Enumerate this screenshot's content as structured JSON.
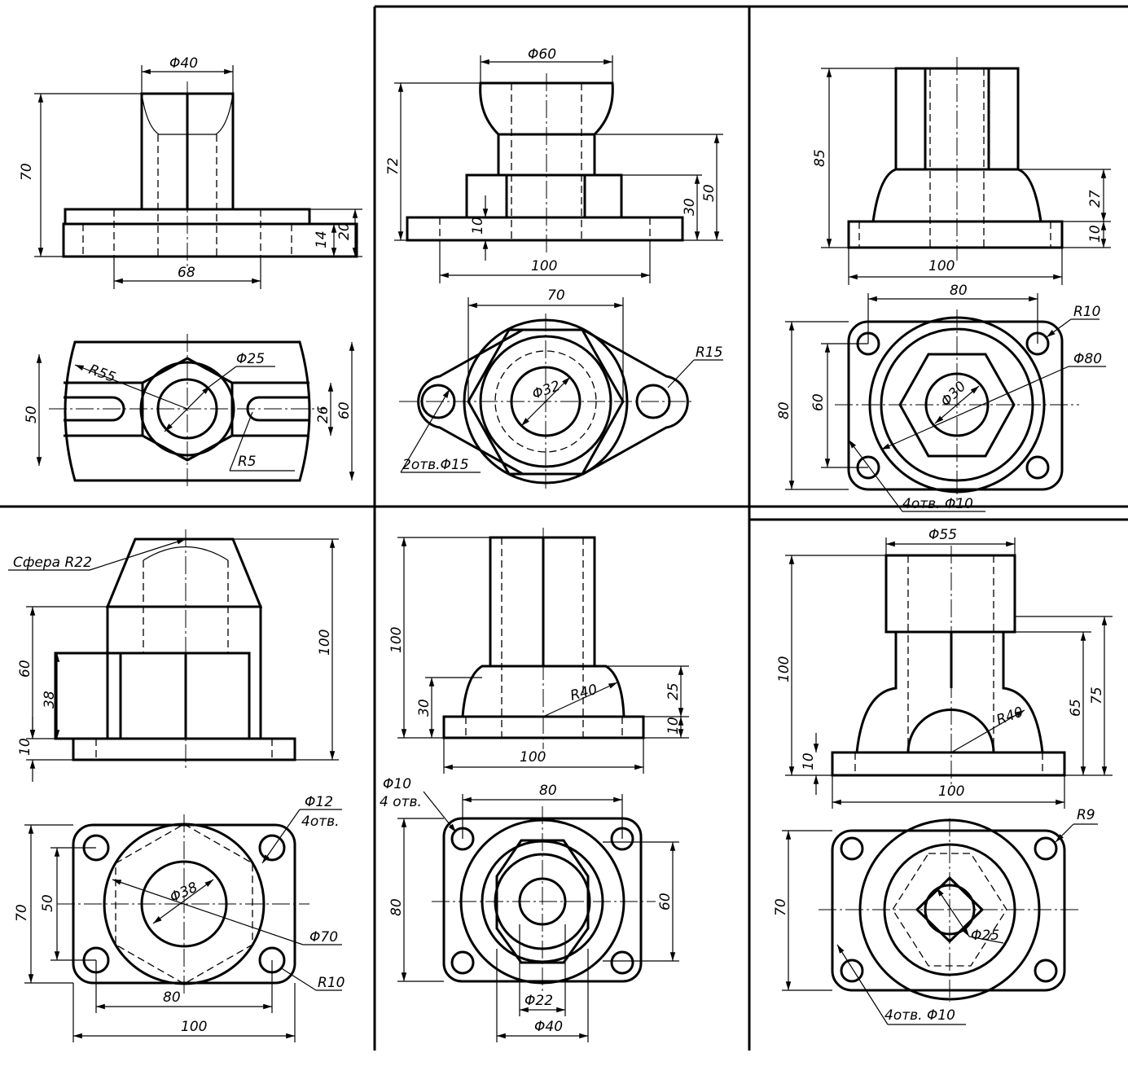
{
  "panels": {
    "p1": {
      "d_top": "Φ40",
      "h_total": "70",
      "base_w": "68",
      "h_flange": "14",
      "h_base": "20",
      "r_big": "R55",
      "d_hole": "Φ25",
      "w_slot": "50",
      "w_mid": "26",
      "w_full": "60",
      "r_slot": "R5"
    },
    "p2": {
      "d_top": "Φ60",
      "h_total": "72",
      "h_mid": "50",
      "h_step": "30",
      "h_base": "10",
      "base_w": "100",
      "w_hex": "70",
      "r_lug": "R15",
      "d_bore": "Φ32",
      "holes": "2отв.Φ15"
    },
    "p3": {
      "h_total": "85",
      "h_dome": "27",
      "h_base": "10",
      "base_w": "100",
      "w_top": "80",
      "r_corner": "R10",
      "d_outer": "Φ80",
      "h_plate": "80",
      "h_inner": "60",
      "d_bore": "Φ30",
      "holes": "4отв. Φ10"
    },
    "p4": {
      "sphere": "Сфера R22",
      "h_total": "100",
      "h_body": "60",
      "h_block": "38",
      "h_base": "10",
      "d_hole": "Φ12",
      "holes_count": "4отв.",
      "d_inner": "Φ38",
      "d_outer": "Φ70",
      "r_corner": "R10",
      "h_plate": "70",
      "h_inner": "50",
      "w_inner": "80",
      "w_plate": "100"
    },
    "p5": {
      "h_total": "100",
      "h_dome": "30",
      "r_dome": "R40",
      "h_step": "25",
      "h_base": "10",
      "base_w": "100",
      "d_hole": "Φ10",
      "holes_count": "4 отв.",
      "w_inner": "80",
      "h_plate": "80",
      "h_inner": "60",
      "d_small": "Φ22",
      "d_big": "Φ40"
    },
    "p6": {
      "d_top": "Φ55",
      "h_total": "100",
      "h_body": "65",
      "h_full": "75",
      "h_base": "10",
      "r_dome": "R40",
      "base_w": "100",
      "r_corner": "R9",
      "h_plate": "70",
      "d_bore": "Φ25",
      "holes": "4отв. Φ10"
    }
  }
}
